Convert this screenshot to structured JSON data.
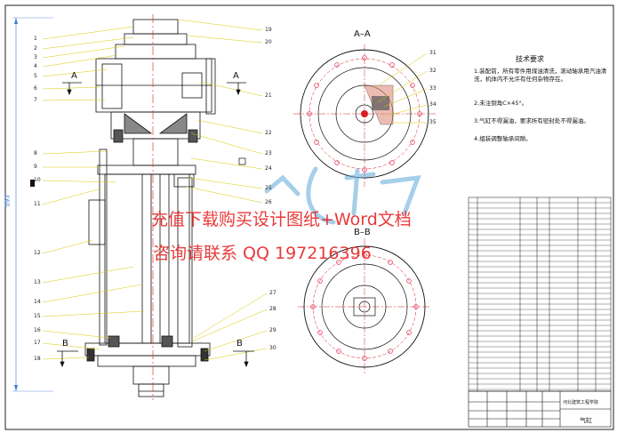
{
  "drawing": {
    "dimension_left": "593",
    "section_aa": "A–A",
    "section_bb": "B–B",
    "mark_a_left": "A",
    "mark_a_right": "A",
    "mark_b_left": "B",
    "mark_b_right": "B",
    "part_numbers_left": [
      "1",
      "2",
      "3",
      "4",
      "5",
      "6",
      "7",
      "8",
      "9",
      "10",
      "11",
      "12",
      "13",
      "14",
      "15",
      "16",
      "17",
      "18"
    ],
    "part_numbers_right": [
      "19",
      "20",
      "21",
      "22",
      "23",
      "24",
      "25",
      "26",
      "27",
      "28",
      "29",
      "30"
    ],
    "aa_labels": [
      "31",
      "32",
      "33",
      "34",
      "35"
    ]
  },
  "tech": {
    "title": "技术要求",
    "items": [
      "1.装配前，所有零件用煤油清洗，滚动轴承用汽油清洗，机体内不允许有任何杂物存在。",
      "2.未注倒角C×45°。",
      "3.气缸不得漏油，要求所有密封处不得漏油。",
      "4.组装调整轴承间隙。"
    ]
  },
  "watermark": {
    "line1": "充值下载购买设计图纸+Word文档",
    "line2": "咨询请联系  QQ 197216396"
  },
  "title_block": {
    "company": "河北建筑工程学院",
    "name": "气缸"
  },
  "colors": {
    "line": "#111111",
    "leader": "#d9c800",
    "center": "#d92020",
    "bolt": "#e0335a",
    "watermark": "#e82a2a",
    "logo": "#5fa8d8"
  }
}
